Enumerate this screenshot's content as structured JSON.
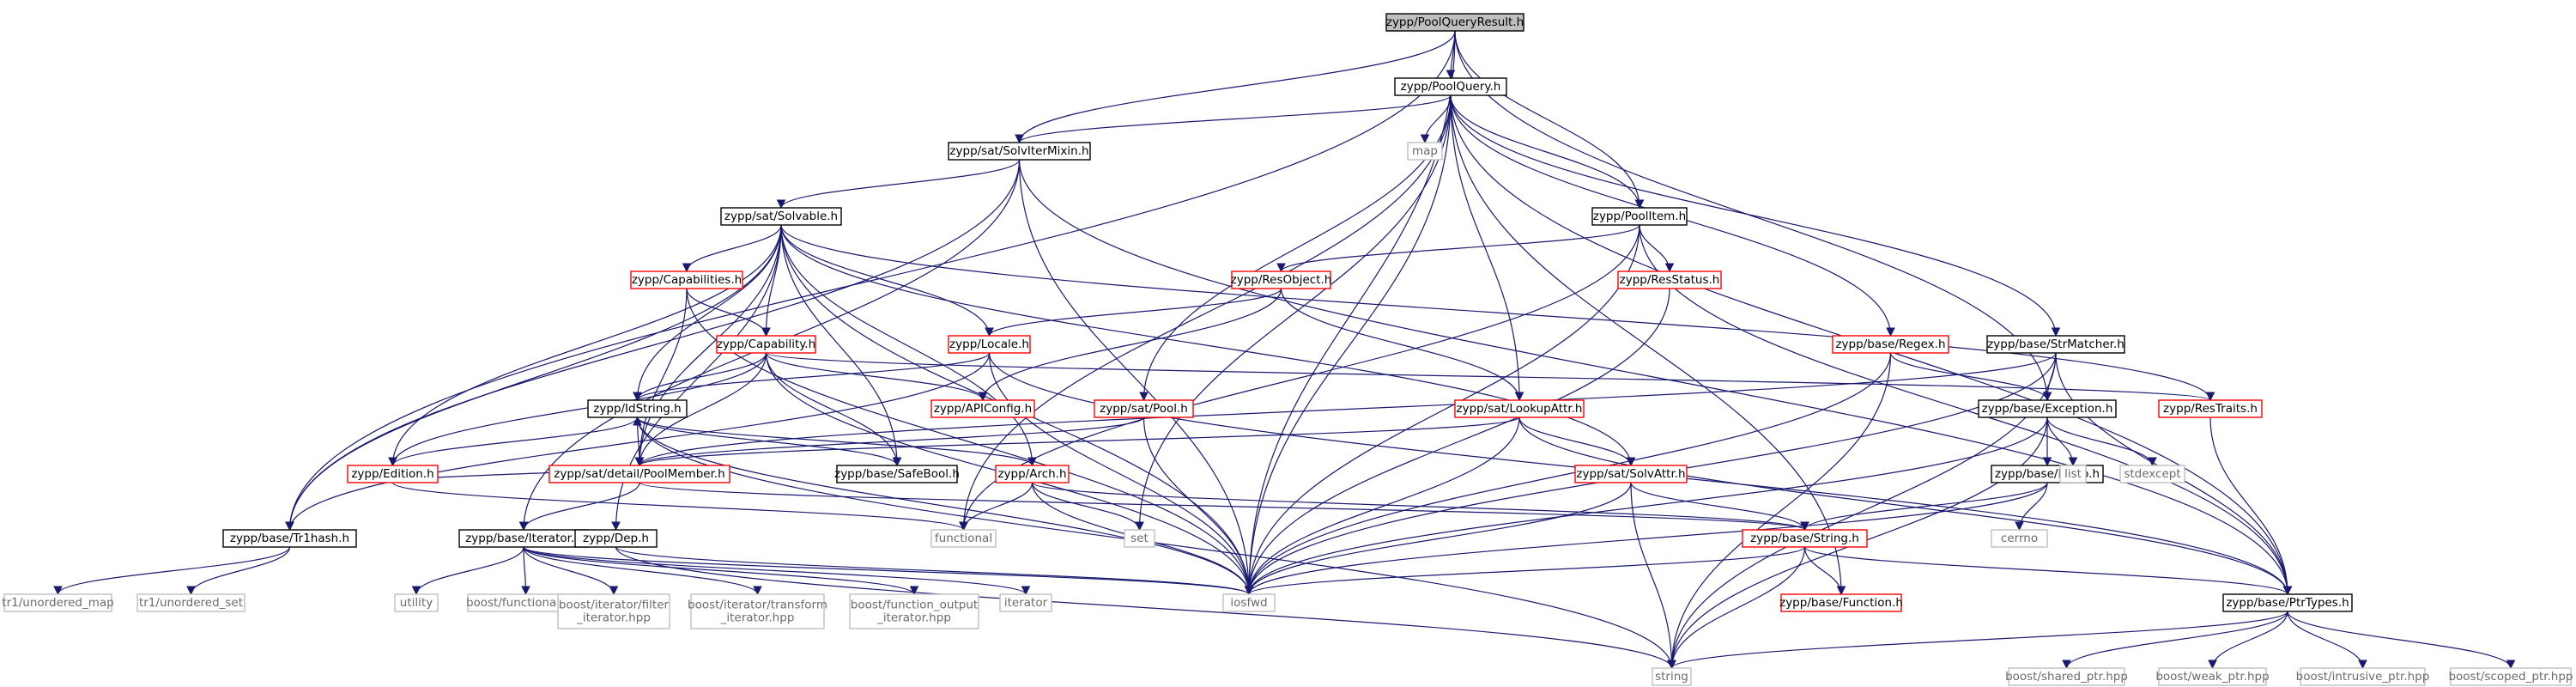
{
  "colors": {
    "edge": "#191970",
    "root_fill": "#bfbfbf",
    "root_border": "#000000",
    "documented_border": "#000000",
    "truncated_border": "#ff0000",
    "external_border": "#bfbfbf",
    "external_text": "#6b6b6b",
    "text": "#000000"
  },
  "nodes": [
    {
      "id": "PoolQueryResult",
      "label": "zypp/PoolQueryResult.h",
      "kind": "root"
    },
    {
      "id": "PoolQuery",
      "label": "zypp/PoolQuery.h",
      "kind": "documented"
    },
    {
      "id": "SolvIterMixin",
      "label": "zypp/sat/SolvIterMixin.h",
      "kind": "documented"
    },
    {
      "id": "map",
      "label": "map",
      "kind": "external"
    },
    {
      "id": "Solvable",
      "label": "zypp/sat/Solvable.h",
      "kind": "documented"
    },
    {
      "id": "PoolItem",
      "label": "zypp/PoolItem.h",
      "kind": "documented"
    },
    {
      "id": "Capabilities",
      "label": "zypp/Capabilities.h",
      "kind": "truncated"
    },
    {
      "id": "ResObject",
      "label": "zypp/ResObject.h",
      "kind": "truncated"
    },
    {
      "id": "ResStatus",
      "label": "zypp/ResStatus.h",
      "kind": "truncated"
    },
    {
      "id": "Capability",
      "label": "zypp/Capability.h",
      "kind": "truncated"
    },
    {
      "id": "Locale",
      "label": "zypp/Locale.h",
      "kind": "truncated"
    },
    {
      "id": "Regex",
      "label": "zypp/base/Regex.h",
      "kind": "truncated"
    },
    {
      "id": "StrMatcher",
      "label": "zypp/base/StrMatcher.h",
      "kind": "documented"
    },
    {
      "id": "APIConfig",
      "label": "zypp/APIConfig.h",
      "kind": "truncated"
    },
    {
      "id": "IdString",
      "label": "zypp/IdString.h",
      "kind": "documented"
    },
    {
      "id": "SatPool",
      "label": "zypp/sat/Pool.h",
      "kind": "truncated"
    },
    {
      "id": "LookupAttr",
      "label": "zypp/sat/LookupAttr.h",
      "kind": "truncated"
    },
    {
      "id": "Exception",
      "label": "zypp/base/Exception.h",
      "kind": "documented"
    },
    {
      "id": "ResTraits",
      "label": "zypp/ResTraits.h",
      "kind": "truncated"
    },
    {
      "id": "Edition",
      "label": "zypp/Edition.h",
      "kind": "truncated"
    },
    {
      "id": "PoolMember",
      "label": "zypp/sat/detail/PoolMember.h",
      "kind": "truncated"
    },
    {
      "id": "SafeBool",
      "label": "zypp/base/SafeBool.h",
      "kind": "documented"
    },
    {
      "id": "Arch",
      "label": "zypp/Arch.h",
      "kind": "truncated"
    },
    {
      "id": "SolvAttr",
      "label": "zypp/sat/SolvAttr.h",
      "kind": "truncated"
    },
    {
      "id": "Errno",
      "label": "zypp/base/Errno.h",
      "kind": "documented"
    },
    {
      "id": "list",
      "label": "list",
      "kind": "external"
    },
    {
      "id": "stdexcept",
      "label": "stdexcept",
      "kind": "external"
    },
    {
      "id": "Tr1hash",
      "label": "zypp/base/Tr1hash.h",
      "kind": "documented"
    },
    {
      "id": "Iterator",
      "label": "zypp/base/Iterator.h",
      "kind": "documented"
    },
    {
      "id": "Dep",
      "label": "zypp/Dep.h",
      "kind": "documented"
    },
    {
      "id": "functional",
      "label": "functional",
      "kind": "external"
    },
    {
      "id": "set",
      "label": "set",
      "kind": "external"
    },
    {
      "id": "String",
      "label": "zypp/base/String.h",
      "kind": "truncated"
    },
    {
      "id": "cerrno",
      "label": "cerrno",
      "kind": "external"
    },
    {
      "id": "unordered_map",
      "label": "tr1/unordered_map",
      "kind": "external"
    },
    {
      "id": "unordered_set",
      "label": "tr1/unordered_set",
      "kind": "external"
    },
    {
      "id": "utility",
      "label": "utility",
      "kind": "external"
    },
    {
      "id": "boost_functional",
      "label": "boost/functional.hpp",
      "kind": "external"
    },
    {
      "id": "filter_iterator",
      "label": "boost/iterator/filter\n_iterator.hpp",
      "kind": "external"
    },
    {
      "id": "transform_iterator",
      "label": "boost/iterator/transform\n_iterator.hpp",
      "kind": "external"
    },
    {
      "id": "function_output_iterator",
      "label": "boost/function_output\n_iterator.hpp",
      "kind": "external"
    },
    {
      "id": "iterator",
      "label": "iterator",
      "kind": "external"
    },
    {
      "id": "iosfwd",
      "label": "iosfwd",
      "kind": "external"
    },
    {
      "id": "Function",
      "label": "zypp/base/Function.h",
      "kind": "truncated"
    },
    {
      "id": "PtrTypes",
      "label": "zypp/base/PtrTypes.h",
      "kind": "documented"
    },
    {
      "id": "string",
      "label": "string",
      "kind": "external"
    },
    {
      "id": "shared_ptr",
      "label": "boost/shared_ptr.hpp",
      "kind": "external"
    },
    {
      "id": "weak_ptr",
      "label": "boost/weak_ptr.hpp",
      "kind": "external"
    },
    {
      "id": "intrusive_ptr",
      "label": "boost/intrusive_ptr.hpp",
      "kind": "external"
    },
    {
      "id": "scoped_ptr",
      "label": "boost/scoped_ptr.hpp",
      "kind": "external"
    }
  ],
  "edges": [
    [
      "PoolQueryResult",
      "PoolQuery"
    ],
    [
      "PoolQueryResult",
      "SolvIterMixin"
    ],
    [
      "PoolQueryResult",
      "PoolItem"
    ],
    [
      "PoolQueryResult",
      "Tr1hash"
    ],
    [
      "PoolQueryResult",
      "iosfwd"
    ],
    [
      "PoolQueryResult",
      "Exception"
    ],
    [
      "PoolQuery",
      "SolvIterMixin"
    ],
    [
      "PoolQuery",
      "map"
    ],
    [
      "PoolQuery",
      "PoolItem"
    ],
    [
      "PoolQuery",
      "Regex"
    ],
    [
      "PoolQuery",
      "StrMatcher"
    ],
    [
      "PoolQuery",
      "SatPool"
    ],
    [
      "PoolQuery",
      "LookupAttr"
    ],
    [
      "PoolQuery",
      "set"
    ],
    [
      "PoolQuery",
      "functional"
    ],
    [
      "PoolQuery",
      "iosfwd"
    ],
    [
      "PoolQuery",
      "PtrTypes"
    ],
    [
      "PoolQuery",
      "Function"
    ],
    [
      "SolvIterMixin",
      "Solvable"
    ],
    [
      "SolvIterMixin",
      "Tr1hash"
    ],
    [
      "SolvIterMixin",
      "Iterator"
    ],
    [
      "SolvIterMixin",
      "iosfwd"
    ],
    [
      "SolvIterMixin",
      "PtrTypes"
    ],
    [
      "Solvable",
      "Capabilities"
    ],
    [
      "Solvable",
      "Capability"
    ],
    [
      "Solvable",
      "IdString"
    ],
    [
      "Solvable",
      "Edition"
    ],
    [
      "Solvable",
      "PoolMember"
    ],
    [
      "Solvable",
      "SafeBool"
    ],
    [
      "Solvable",
      "Arch"
    ],
    [
      "Solvable",
      "Locale"
    ],
    [
      "Solvable",
      "SolvAttr"
    ],
    [
      "Solvable",
      "ResTraits"
    ],
    [
      "Solvable",
      "Dep"
    ],
    [
      "Solvable",
      "iosfwd"
    ],
    [
      "Solvable",
      "Tr1hash"
    ],
    [
      "PoolItem",
      "ResObject"
    ],
    [
      "PoolItem",
      "ResStatus"
    ],
    [
      "PoolItem",
      "iosfwd"
    ],
    [
      "PoolItem",
      "PtrTypes"
    ],
    [
      "PoolItem",
      "functional"
    ],
    [
      "Capabilities",
      "Capability"
    ],
    [
      "Capabilities",
      "PoolMember"
    ],
    [
      "Capabilities",
      "iosfwd"
    ],
    [
      "ResObject",
      "Locale"
    ],
    [
      "ResObject",
      "LookupAttr"
    ],
    [
      "ResObject",
      "APIConfig"
    ],
    [
      "ResStatus",
      "iosfwd"
    ],
    [
      "Capability",
      "IdString"
    ],
    [
      "Capability",
      "Edition"
    ],
    [
      "Capability",
      "PoolMember"
    ],
    [
      "Capability",
      "SafeBool"
    ],
    [
      "Capability",
      "APIConfig"
    ],
    [
      "Capability",
      "ResTraits"
    ],
    [
      "Capability",
      "iosfwd"
    ],
    [
      "Locale",
      "IdString"
    ],
    [
      "Locale",
      "Tr1hash"
    ],
    [
      "Locale",
      "iosfwd"
    ],
    [
      "Locale",
      "PtrTypes"
    ],
    [
      "Regex",
      "Exception"
    ],
    [
      "Regex",
      "iosfwd"
    ],
    [
      "Regex",
      "string"
    ],
    [
      "StrMatcher",
      "Exception"
    ],
    [
      "StrMatcher",
      "PtrTypes"
    ],
    [
      "StrMatcher",
      "PoolMember"
    ],
    [
      "StrMatcher",
      "iosfwd"
    ],
    [
      "StrMatcher",
      "string"
    ],
    [
      "IdString",
      "PoolMember"
    ],
    [
      "IdString",
      "SafeBool"
    ],
    [
      "IdString",
      "iosfwd"
    ],
    [
      "IdString",
      "string"
    ],
    [
      "SatPool",
      "PoolMember"
    ],
    [
      "SatPool",
      "iosfwd"
    ],
    [
      "LookupAttr",
      "SolvAttr"
    ],
    [
      "LookupAttr",
      "PoolMember"
    ],
    [
      "LookupAttr",
      "PtrTypes"
    ],
    [
      "LookupAttr",
      "iosfwd"
    ],
    [
      "Exception",
      "Errno"
    ],
    [
      "Exception",
      "list"
    ],
    [
      "Exception",
      "stdexcept"
    ],
    [
      "Exception",
      "iosfwd"
    ],
    [
      "Exception",
      "string"
    ],
    [
      "ResTraits",
      "PtrTypes"
    ],
    [
      "Edition",
      "IdString"
    ],
    [
      "Edition",
      "PoolMember"
    ],
    [
      "Edition",
      "functional"
    ],
    [
      "PoolMember",
      "Iterator"
    ],
    [
      "PoolMember",
      "String"
    ],
    [
      "Arch",
      "IdString"
    ],
    [
      "Arch",
      "set"
    ],
    [
      "Arch",
      "functional"
    ],
    [
      "Arch",
      "String"
    ],
    [
      "Arch",
      "iosfwd"
    ],
    [
      "SolvAttr",
      "String"
    ],
    [
      "SolvAttr",
      "iosfwd"
    ],
    [
      "SolvAttr",
      "string"
    ],
    [
      "Errno",
      "String"
    ],
    [
      "Errno",
      "cerrno"
    ],
    [
      "Errno",
      "iosfwd"
    ],
    [
      "Tr1hash",
      "unordered_map"
    ],
    [
      "Tr1hash",
      "unordered_set"
    ],
    [
      "Iterator",
      "utility"
    ],
    [
      "Iterator",
      "boost_functional"
    ],
    [
      "Iterator",
      "filter_iterator"
    ],
    [
      "Iterator",
      "transform_iterator"
    ],
    [
      "Iterator",
      "function_output_iterator"
    ],
    [
      "Iterator",
      "iterator"
    ],
    [
      "Iterator",
      "iosfwd"
    ],
    [
      "Dep",
      "iosfwd"
    ],
    [
      "Dep",
      "string"
    ],
    [
      "String",
      "Function"
    ],
    [
      "String",
      "PtrTypes"
    ],
    [
      "String",
      "iosfwd"
    ],
    [
      "String",
      "string"
    ],
    [
      "PtrTypes",
      "string"
    ],
    [
      "PtrTypes",
      "shared_ptr"
    ],
    [
      "PtrTypes",
      "weak_ptr"
    ],
    [
      "PtrTypes",
      "intrusive_ptr"
    ],
    [
      "PtrTypes",
      "scoped_ptr"
    ]
  ]
}
